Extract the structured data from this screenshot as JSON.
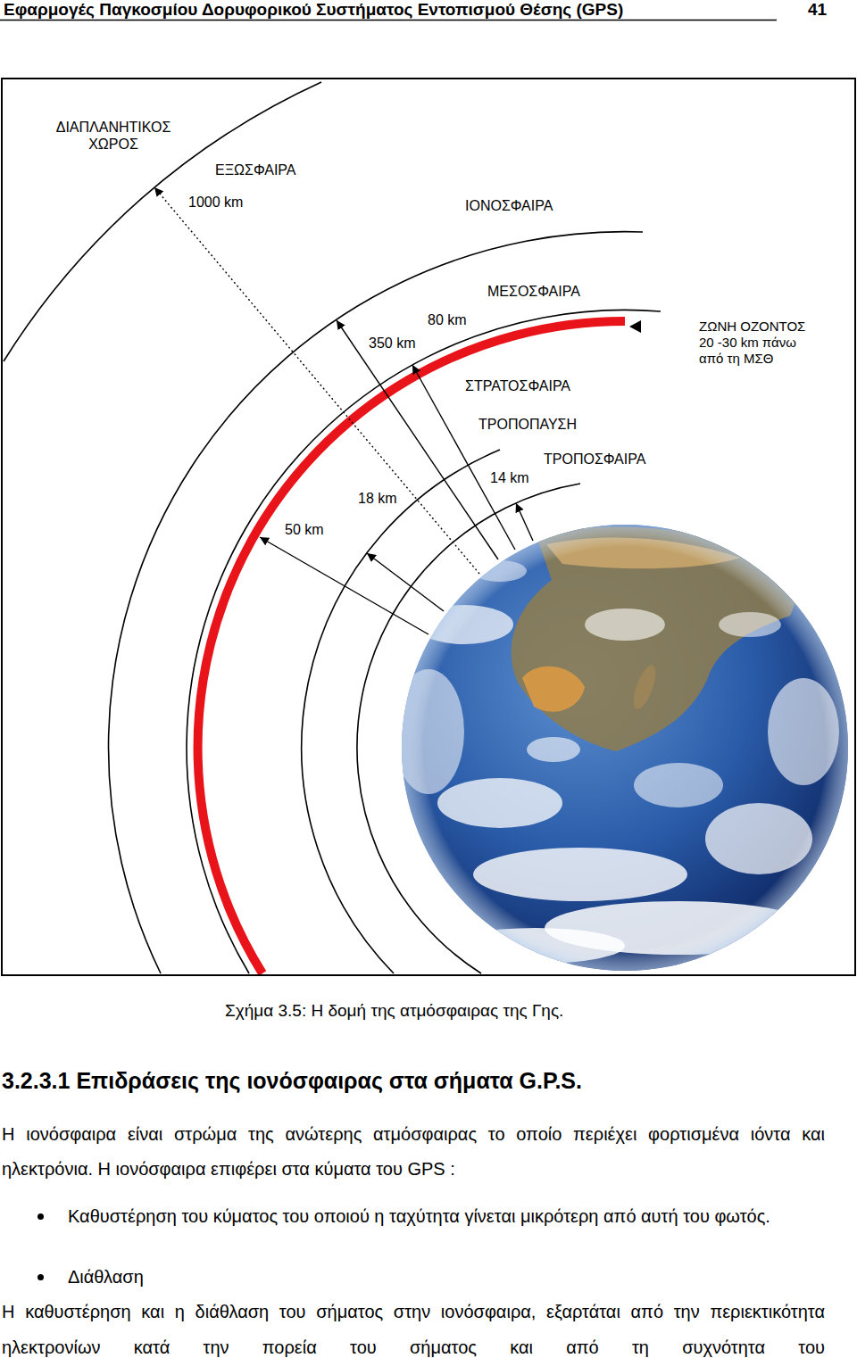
{
  "diagram": {
    "caption": "Σχήμα 3.5: Η δομή της ατμόσφαιρας της Γης.",
    "labels": [
      "Εφαρμογές Παγκοσμίου Δορυφορικού Συστήματος Εντοπισμού Θέσης (GPS)",
      "41",
      "ΔΙΑΠΛΑΝΗΤΙΚΟΣ ΧΩΡΟΣ",
      "ΕΞΩΣΦΑΙΡΑ",
      "1000 km",
      "ΙΟΝΟΣΦΑΙΡΑ",
      "350 km",
      "ΜΕΣΟΣΦΑΙΡΑ",
      "80 km",
      "ΖΩΝΗ ΟΖΟΝΤΟΣ 20 -30 km πάνω από τη ΜΣΘ",
      "ΣΤΡΑΤΟΣΦΑΙΡΑ",
      "ΤΡΟΠΟΠΑΥΣΗ",
      "50 km",
      "18 km",
      "ΤΡΟΠΟΣΦΑΙΡΑ",
      "14 km",
      "3.2.3.1 Επιδράσεις της ιονόσφαιρας στα σήματα G.P.S.",
      "Η ιονόσφαιρα είναι στρώμα της ανώτερης ατμόσφαιρας το οποίο περιέχει φορτισμένα ιόντα και ηλεκτρόνια. Η ιονόσφαιρα επιφέρει στα κύματα του GPS :",
      "Καθυστέρηση του κύματος του οποιού η ταχύτητα γίνεται μικρότερη από αυτή του φωτός.",
      "Διάθλαση",
      "Η καθυστέρηση και η διάθλαση του σήματος στην ιονόσφαιρα, εξαρτάται από την περιεκτικότητα ηλεκτρονίων κατά την πορεία του σήματος και από τη συχνότητα του"
    ]
  }
}
